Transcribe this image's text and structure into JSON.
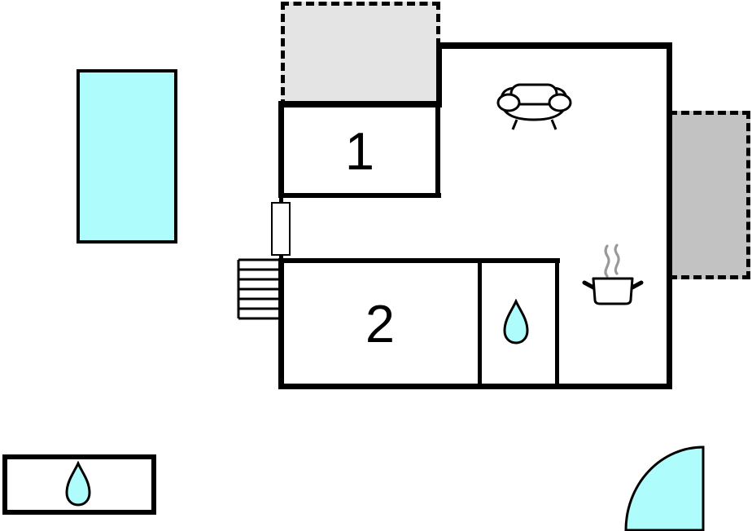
{
  "diagram_type": "vacation-home floor plan",
  "rooms": [
    {
      "label": "1"
    },
    {
      "label": "2"
    }
  ],
  "colors": {
    "water": "#affcfc",
    "terrace_top": "#e4e4e4",
    "terrace_right": "#c2c2c2",
    "wall": "#000000",
    "steam": "#999999"
  },
  "icons": [
    "swimming-pool",
    "terrace-top",
    "terrace-right",
    "sofa-icon",
    "window-icon",
    "stairs-icon",
    "water-drop-icon",
    "cooking-pot-icon",
    "steam-icon",
    "outbuilding",
    "corner-water-feature"
  ]
}
